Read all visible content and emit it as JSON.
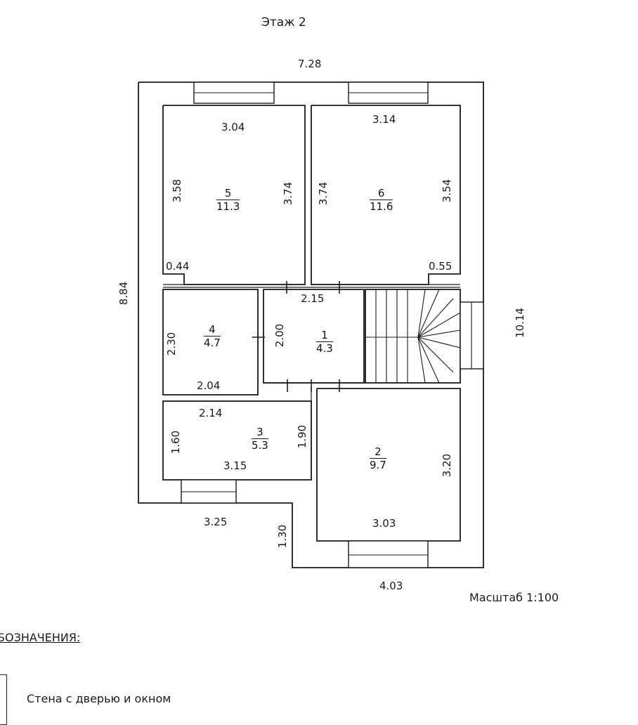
{
  "title": "Этаж 2",
  "scale": "Масштаб 1:100",
  "legend": {
    "heading": "БОЗНАЧЕНИЯ:",
    "items": [
      "Стена с дверью и окном"
    ]
  },
  "rooms": [
    {
      "number": "1",
      "area": "4.3"
    },
    {
      "number": "2",
      "area": "9.7"
    },
    {
      "number": "3",
      "area": "5.3"
    },
    {
      "number": "4",
      "area": "4.7"
    },
    {
      "number": "5",
      "area": "11.3"
    },
    {
      "number": "6",
      "area": "11.6"
    }
  ],
  "dimensions": {
    "top_width": "7.28",
    "left_height": "8.84",
    "right_height": "10.14",
    "bottom_width": "4.03",
    "left_bottom": "3.25",
    "step": "1.30",
    "r5_top": "3.04",
    "r5_left": "3.58",
    "r5_right": "3.74",
    "r5_niche": "0.44",
    "r6_top": "3.14",
    "r6_left": "3.74",
    "r6_right": "3.54",
    "r6_niche": "0.55",
    "r1_top": "2.15",
    "r1_left": "2.00",
    "r4_left": "2.30",
    "r4_bottom": "2.04",
    "r3_top": "2.14",
    "r3_left": "1.60",
    "r3_bottom": "3.15",
    "r3_right": "1.90",
    "r2_right": "3.20",
    "r2_bottom": "3.03"
  }
}
